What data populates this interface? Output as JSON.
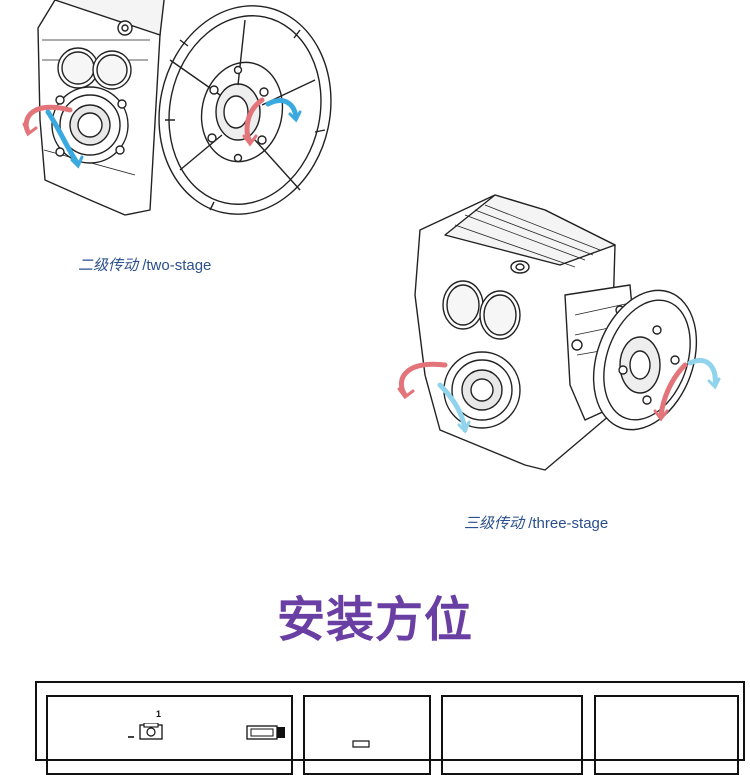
{
  "captions": {
    "two_stage_zh": "二级传动",
    "two_stage_en": "/two-stage",
    "three_stage_zh": "三级传动",
    "three_stage_en": "/three-stage"
  },
  "heading": "安装方位",
  "table": {
    "cell1_number": "1"
  },
  "colors": {
    "caption": "#2a4f8c",
    "heading": "#6a3fa3",
    "arrow_red": "#e2747a",
    "arrow_blue": "#3aa9e0",
    "arrow_lightblue": "#8fd3ec"
  },
  "icons": {
    "two_stage": "two-stage-gearbox-drawing",
    "three_stage": "three-stage-gearbox-drawing",
    "rotation": "rotation-arrow-icon"
  }
}
